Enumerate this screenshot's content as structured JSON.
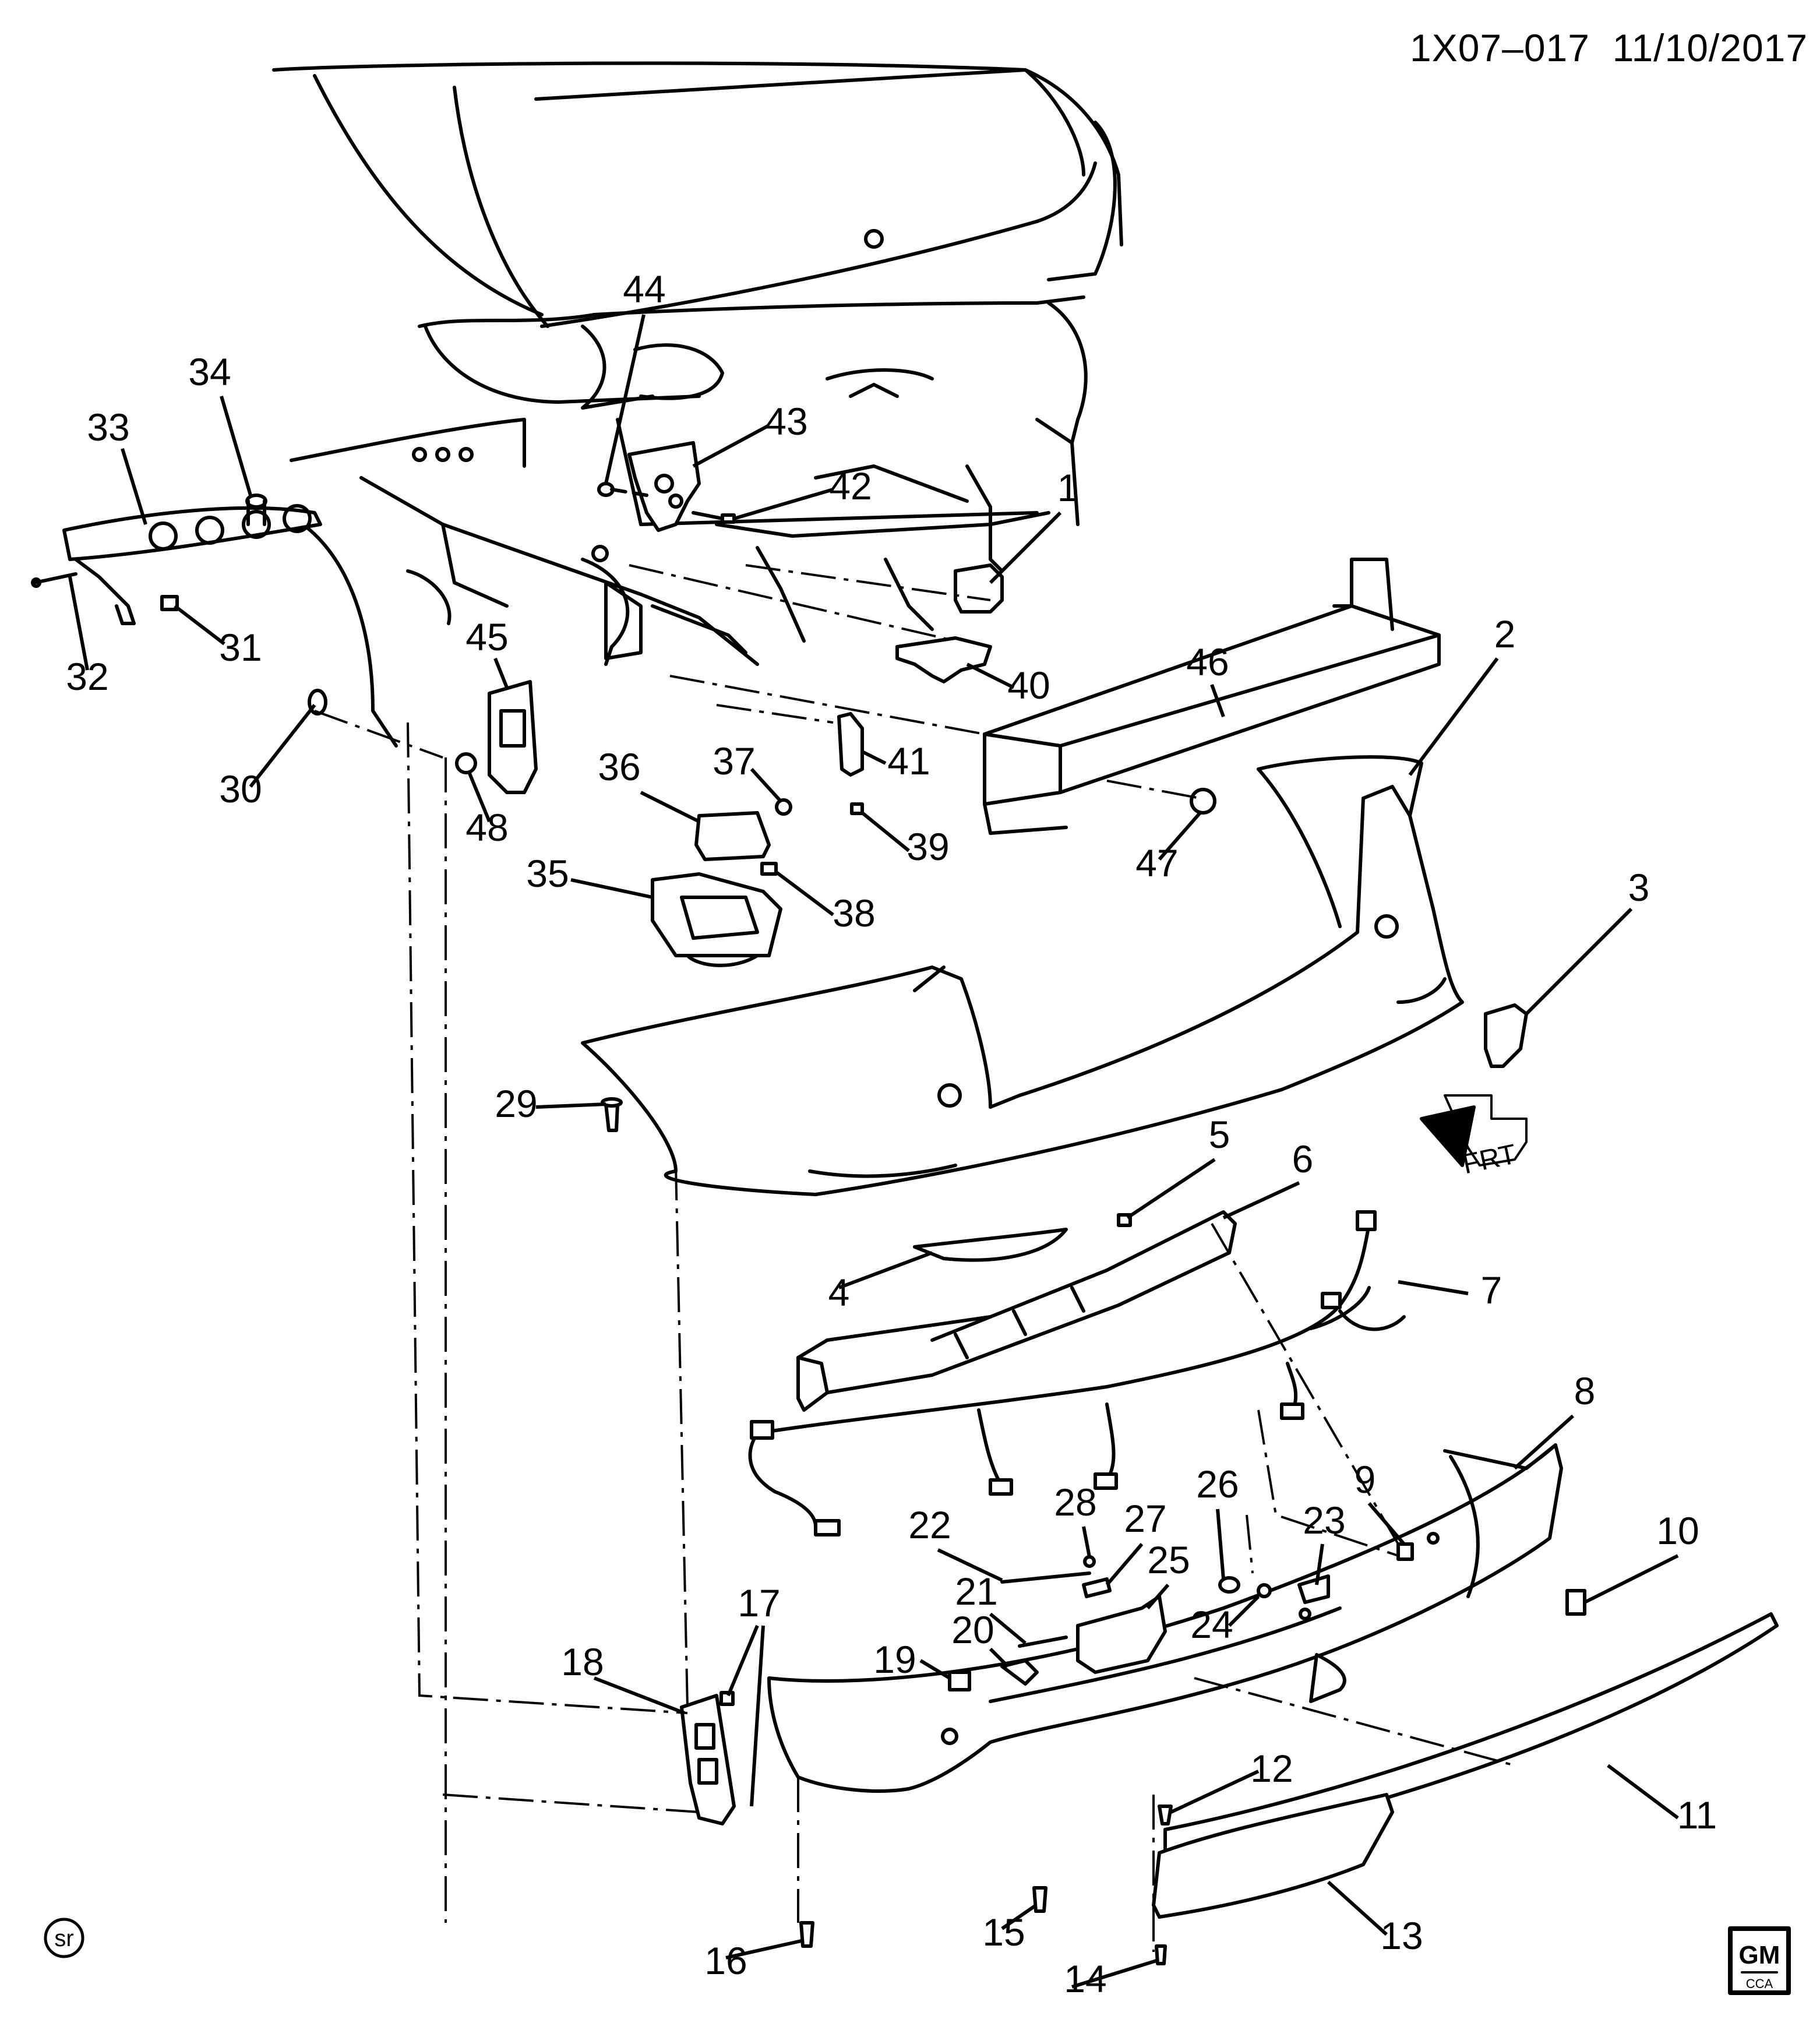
{
  "header": {
    "code": "1X07–017",
    "date": "11/10/2017"
  },
  "callouts": [
    "1",
    "2",
    "3",
    "4",
    "5",
    "6",
    "7",
    "8",
    "9",
    "10",
    "11",
    "12",
    "13",
    "14",
    "15",
    "16",
    "17",
    "18",
    "19",
    "20",
    "21",
    "22",
    "23",
    "24",
    "25",
    "26",
    "27",
    "28",
    "29",
    "30",
    "31",
    "32",
    "33",
    "34",
    "35",
    "36",
    "37",
    "38",
    "39",
    "40",
    "41",
    "42",
    "43",
    "44",
    "45",
    "46",
    "47",
    "48"
  ],
  "direction_arrow": {
    "label": "FRT"
  },
  "footer": {
    "logo_top": "GM",
    "logo_bottom": "CCA",
    "initials": "sr"
  },
  "colors": {
    "line": "#000000",
    "background": "#ffffff",
    "part_fill": "#ffffff"
  },
  "icons": {
    "direction_arrow": "front-direction-arrow-icon",
    "logo": "gm-logo-icon",
    "initials_badge": "initials-badge-icon"
  }
}
